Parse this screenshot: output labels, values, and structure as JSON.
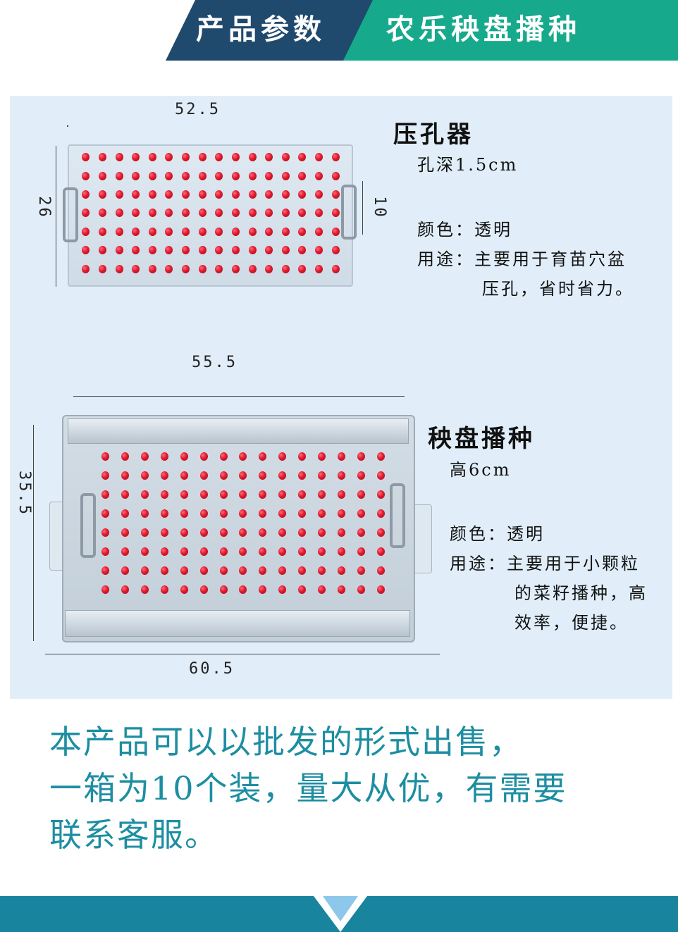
{
  "header": {
    "left_title": "产品参数",
    "right_title": "农乐秧盘播种"
  },
  "colors": {
    "header_dark": "#1f4a6e",
    "header_green": "#17a98b",
    "panel_bg": "#e1eef9",
    "paragraph_text": "#1d8ea2",
    "footer": "#19849e",
    "pin_red": "#e0192e"
  },
  "product1": {
    "name": "压孔器",
    "spec": "孔深1.5cm",
    "color_line": "颜色：透明",
    "usage_line1": "用途：主要用于育苗穴盆",
    "usage_line2": "压孔，省时省力。",
    "dims": {
      "width": "52.5",
      "height": "26",
      "handle": "10"
    }
  },
  "product2": {
    "name": "秧盘播种",
    "spec": "高6cm",
    "color_line": "颜色：透明",
    "usage_line1": "用途：主要用于小颗粒",
    "usage_line2": "的菜籽播种，高",
    "usage_line3": "效率，便捷。",
    "dims": {
      "inner_width": "55.5",
      "height": "35.5",
      "outer_width": "60.5"
    }
  },
  "paragraph": {
    "line1": "本产品可以以批发的形式出售，",
    "line2": "一箱为10个装，量大从优，有需要",
    "line3": "联系客服。"
  }
}
